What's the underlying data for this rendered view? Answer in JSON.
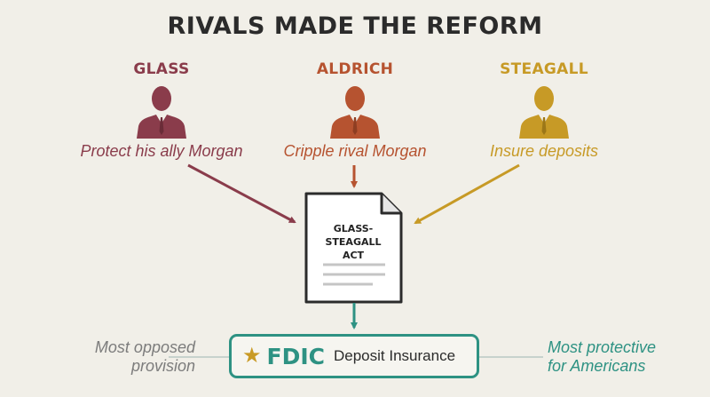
{
  "title": "RIVALS MADE THE REFORM",
  "actors": [
    {
      "name": "GLASS",
      "motive": "Protect his ally Morgan",
      "color": "#8a3c4b"
    },
    {
      "name": "ALDRICH",
      "motive": "Cripple rival Morgan",
      "color": "#b65330"
    },
    {
      "name": "STEAGALL",
      "motive": "Insure deposits",
      "color": "#c79a26"
    }
  ],
  "act": {
    "title_line1": "GLASS-STEAGALL",
    "title_line2": "ACT"
  },
  "fdic": {
    "label": "FDIC",
    "subtitle": "Deposit Insurance",
    "icon": "star-icon",
    "color": "#2e9283"
  },
  "notes": {
    "left_line1": "Most opposed",
    "left_line2": "provision",
    "right_line1": "Most protective",
    "right_line2": "for Americans"
  }
}
